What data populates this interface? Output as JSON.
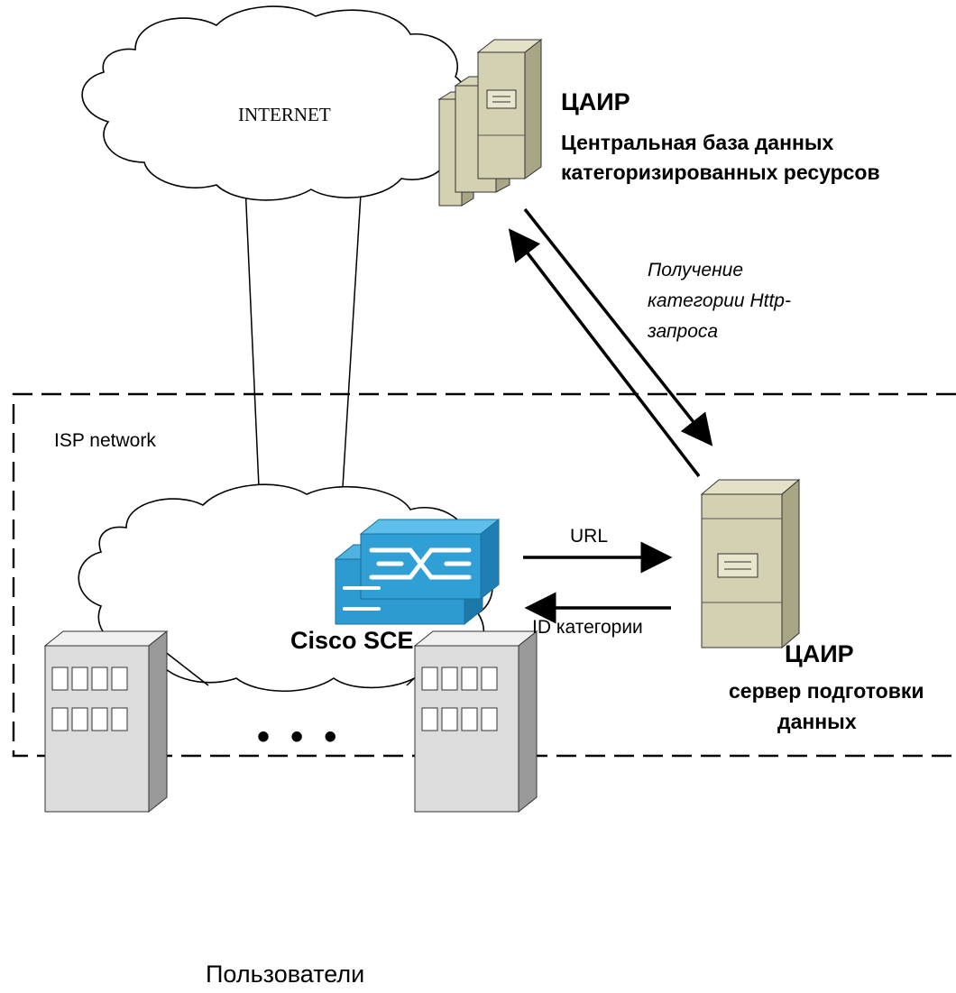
{
  "internet": {
    "label": "INTERNET"
  },
  "central_db": {
    "title": "ЦАИР",
    "line1": "Центральная база данных",
    "line2": "категоризированных ресурсов"
  },
  "http_request": {
    "line1": "Получение",
    "line2": "категории Http-",
    "line3": "запроса"
  },
  "isp": {
    "label": "ISP network"
  },
  "sce": {
    "label": "Cisco SCE"
  },
  "url_arrow": {
    "label": "URL"
  },
  "category_id_arrow": {
    "label": "ID категории"
  },
  "prep_server": {
    "title": "ЦАИР",
    "line1": "сервер подготовки",
    "line2": "данных"
  },
  "users": {
    "label": "Пользователи",
    "ellipsis": "• • •"
  }
}
